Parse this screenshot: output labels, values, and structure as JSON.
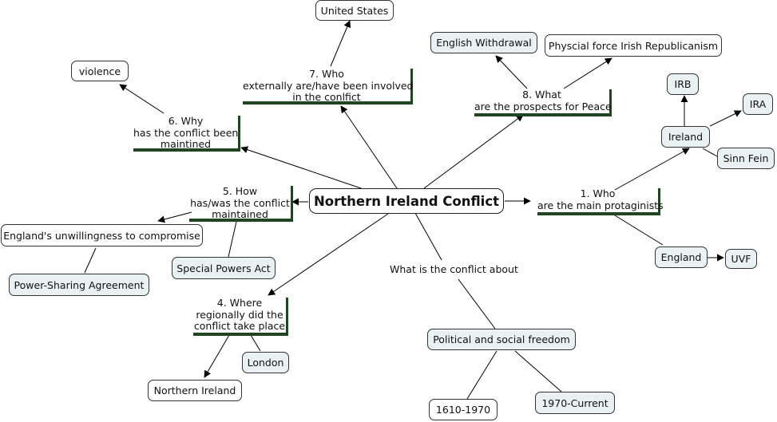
{
  "central": "Northern Ireland Conflict",
  "questions": {
    "q1": [
      "1. Who",
      "are the main protaginists"
    ],
    "q4": [
      "4. Where",
      "regionally did the",
      "conflict take place"
    ],
    "q5": [
      "5. How",
      "has/was the conflict",
      "maintained"
    ],
    "q6": [
      "6. Why",
      "has the conflict been",
      "maintined"
    ],
    "q7": [
      "7. Who",
      "externally are/have been involved",
      "in the conlfict"
    ],
    "q8": [
      "8. What",
      "are the prospects for Peace"
    ],
    "about": "What is the conflict about"
  },
  "nodes": {
    "ireland": "Ireland",
    "irb": "IRB",
    "ira": "IRA",
    "sinn_fein": "Sinn Fein",
    "england": "England",
    "uvf": "UVF",
    "political_freedom": "Political and social freedom",
    "y1610": "1610-1970",
    "y1970": "1970-Current",
    "northern_ireland": "Northern Ireland",
    "london": "London",
    "englands_unwillingness": "England's unwillingness to compromise",
    "power_sharing": "Power-Sharing Agreement",
    "special_powers": "Special Powers Act",
    "violence": "violence",
    "united_states": "United States",
    "english_withdrawal": "English Withdrawal",
    "physical_force": "Physcial force Irish Republicanism"
  },
  "colors": {
    "accent": "#1f4620",
    "node_fill": "#eaf1f3",
    "line": "#000000"
  }
}
